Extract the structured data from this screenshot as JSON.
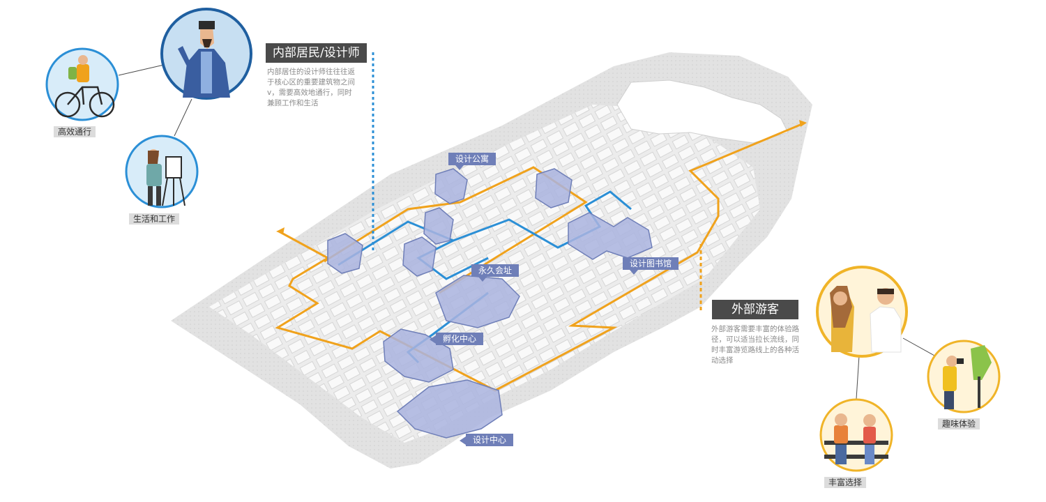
{
  "internal": {
    "title": "内部居民/设计师",
    "desc_lines": [
      "内部居住的设计师往往往返",
      "于核心区的重要建筑物之间",
      "v，需要高效地通行，同时",
      "兼顾工作和生活"
    ],
    "needs": [
      {
        "label": "高效通行",
        "icon": "cyclist-icon"
      },
      {
        "label": "生活和工作",
        "icon": "painter-icon"
      }
    ]
  },
  "external": {
    "title": "外部游客",
    "desc_lines": [
      "外部游客需要丰富的体验路",
      "径，可以适当拉长流线，同",
      "时丰富游览路线上的各种活",
      "动选择"
    ],
    "needs": [
      {
        "label": "丰富选择",
        "icon": "couple-bench-icon"
      },
      {
        "label": "趣味体验",
        "icon": "photographer-icon"
      }
    ]
  },
  "buildings": [
    {
      "label": "设计公寓"
    },
    {
      "label": "设计图书馆"
    },
    {
      "label": "永久会址"
    },
    {
      "label": "孵化中心"
    },
    {
      "label": "设计中心"
    }
  ],
  "colors": {
    "internal_route": "#2b8fd6",
    "external_route": "#f0a21c",
    "building": "#8e9bd0",
    "label_bg": "#6f7fb8",
    "ground": "#e6e6e6",
    "water": "#d6d6d6"
  }
}
